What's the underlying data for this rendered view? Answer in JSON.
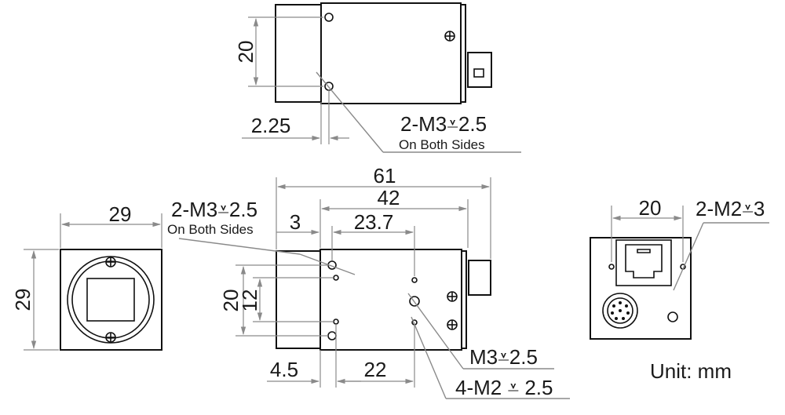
{
  "dimensions": {
    "top_height": "20",
    "top_offset": "2.25",
    "front_width": "29",
    "front_height": "29",
    "side_length_total": "61",
    "side_length_body": "42",
    "side_offset_3": "3",
    "side_offset_23_7": "23.7",
    "side_height_20": "20",
    "side_height_12": "12",
    "side_bottom_4_5": "4.5",
    "side_bottom_22": "22",
    "rear_width": "20"
  },
  "callouts": {
    "top_holes": "2-M3⩡2.5",
    "top_holes_note": "On Both Sides",
    "side_holes": "2-M3⩡2.5",
    "side_holes_note": "On Both Sides",
    "m3_hole": "M3⩡2.5",
    "m2_holes": "4-M2 ⩡ 2.5",
    "rear_holes": "2-M2⩡3"
  },
  "unit_label": "Unit: mm"
}
